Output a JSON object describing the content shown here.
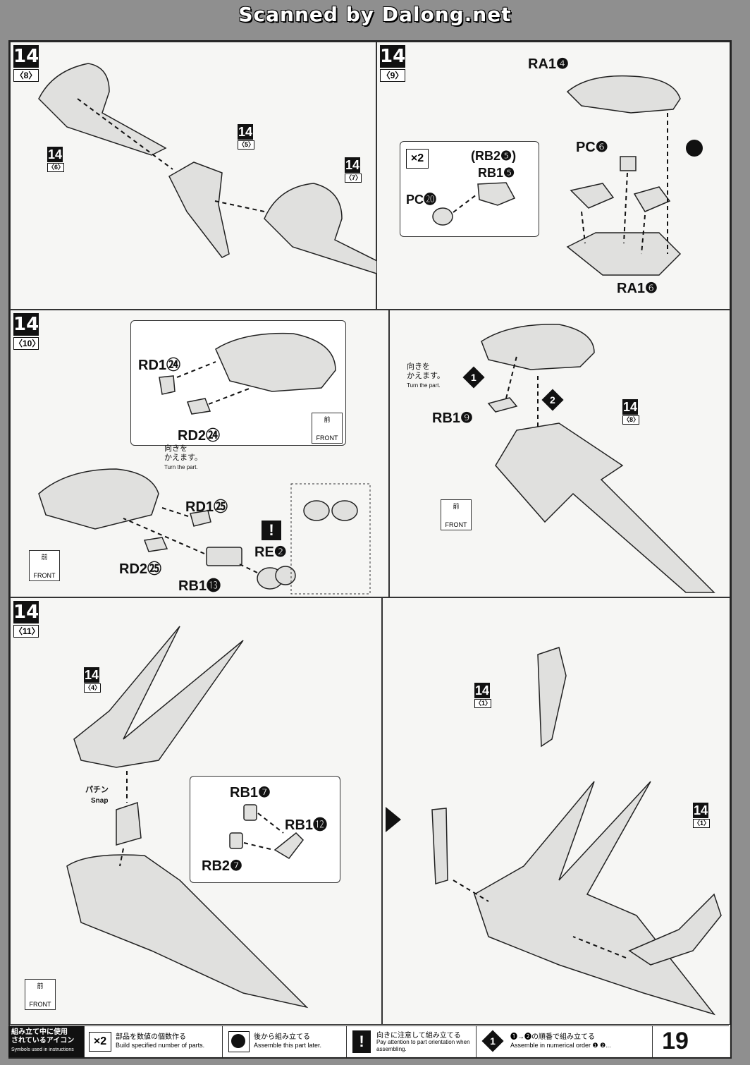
{
  "header": {
    "scan_credit": "Scanned by Dalong.net"
  },
  "steps": {
    "s8": {
      "num": "14",
      "sub": "〈8〉",
      "refs": [
        {
          "num": "14",
          "sub": "〈6〉"
        },
        {
          "num": "14",
          "sub": "〈5〉"
        },
        {
          "num": "14",
          "sub": "〈7〉"
        }
      ]
    },
    "s9": {
      "num": "14",
      "sub": "〈9〉",
      "ra1_4": "RA1❹",
      "pc6": "PC❻",
      "x2": "×2",
      "rb2_5": "(RB2❺)",
      "rb1_5": "RB1❺",
      "pc20": "PC⓴",
      "ra1_6": "RA1❻"
    },
    "s10": {
      "num": "14",
      "sub": "〈10〉",
      "rd1_24": "RD1㉔",
      "rd2_24": "RD2㉔",
      "rd1_25": "RD1㉕",
      "rd2_25": "RD2㉕",
      "rb1_13": "RB1⓭",
      "re2": "RE❷",
      "turn_jp": "向きを\nかえます。",
      "turn_en": "Turn the part.",
      "front_jp": "前",
      "front_en": "FRONT"
    },
    "s10b": {
      "step1": "1",
      "step2": "2",
      "rb1_9": "RB1❾",
      "ref": {
        "num": "14",
        "sub": "〈8〉"
      },
      "turn_jp": "向きを\nかえます。",
      "turn_en": "Turn the part.",
      "front_jp": "前",
      "front_en": "FRONT"
    },
    "s11": {
      "num": "14",
      "sub": "〈11〉",
      "ref4": {
        "num": "14",
        "sub": "〈4〉"
      },
      "snap_jp": "パチン",
      "snap_en": "Snap",
      "rb1_7": "RB1❼",
      "rb1_12": "RB1⓬",
      "rb2_7": "RB2❼",
      "front_jp": "前",
      "front_en": "FRONT"
    },
    "s11b": {
      "ref1a": {
        "num": "14",
        "sub": "〈1〉"
      },
      "ref1b": {
        "num": "14",
        "sub": "〈1〉"
      }
    }
  },
  "legend": {
    "title_jp": "組み立て中に使用\nされているアイコン",
    "title_en": "Symbols used in instructions",
    "items": [
      {
        "icon": "×2",
        "jp": "部品を数値の個数作る",
        "en": "Build specified number of parts."
      },
      {
        "icon": "",
        "jp": "後から組み立てる",
        "en": "Assemble this part later."
      },
      {
        "icon": "!",
        "jp": "向きに注意して組み立てる",
        "en": "Pay attention to part orientation when assembling."
      },
      {
        "icon": "1",
        "jp": "❶→❷の順番で組み立てる",
        "en": "Assemble in numerical order ❶ ❷..."
      }
    ]
  },
  "page_number": "19"
}
